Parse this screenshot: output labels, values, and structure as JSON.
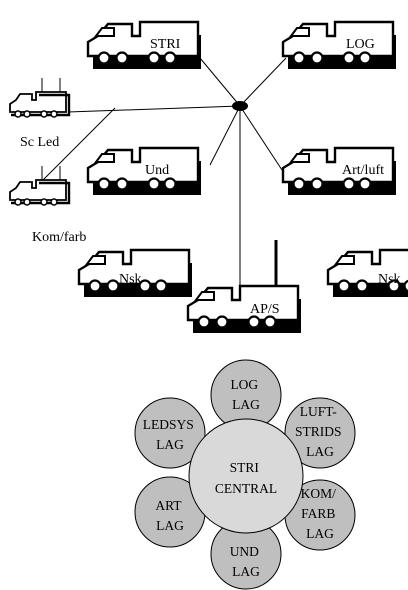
{
  "colors": {
    "line": "#000000",
    "truck_fill": "#ffffff",
    "circle_outer": "#bfbfbf",
    "circle_center": "#d9d9d9",
    "hub": "#000000"
  },
  "vehicles": {
    "stri": "STRI",
    "log": "LOG",
    "und": "Und",
    "art_luft": "Art/luft",
    "nsk_left": "Nsk",
    "nsk_right": "Nsk",
    "aps": "AP/S"
  },
  "small_vehicles": {
    "sc_led": "Sc Led",
    "kom_farb": "Kom/farb"
  },
  "cluster": {
    "center": [
      "STRI",
      "CENTRAL"
    ],
    "log": [
      "LOG",
      "LAG"
    ],
    "luftstrids": [
      "LUFT-",
      "STRIDS",
      "LAG"
    ],
    "komfarb": [
      "KOM/",
      "FARB",
      "LAG"
    ],
    "und": [
      "UND",
      "LAG"
    ],
    "art": [
      "ART",
      "LAG"
    ],
    "ledsys": [
      "LEDSYS",
      "LAG"
    ]
  }
}
